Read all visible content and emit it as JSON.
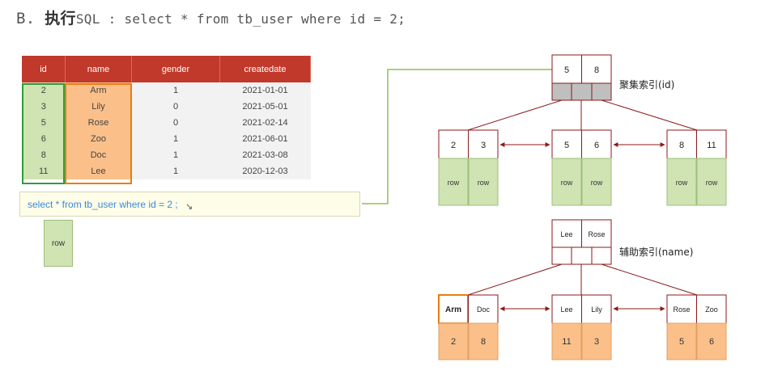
{
  "heading": {
    "prefix": "B.",
    "action": "执行",
    "sql_text": "SQL : select * from tb_user where id = 2;"
  },
  "table": {
    "columns": [
      "id",
      "name",
      "gender",
      "createdate"
    ],
    "rows": [
      [
        "2",
        "Arm",
        "1",
        "2021-01-01"
      ],
      [
        "3",
        "Lily",
        "0",
        "2021-05-01"
      ],
      [
        "5",
        "Rose",
        "0",
        "2021-02-14"
      ],
      [
        "6",
        "Zoo",
        "1",
        "2021-06-01"
      ],
      [
        "8",
        "Doc",
        "1",
        "2021-03-08"
      ],
      [
        "11",
        "Lee",
        "1",
        "2020-12-03"
      ]
    ]
  },
  "query_box": {
    "text": "select * from tb_user where id = 2 ;"
  },
  "result_row": {
    "label": "row"
  },
  "clustered_index": {
    "label": "聚集索引(id)",
    "root_keys": [
      "5",
      "8"
    ],
    "leaves": [
      {
        "keys": [
          "2",
          "3"
        ],
        "data": [
          "row",
          "row"
        ]
      },
      {
        "keys": [
          "5",
          "6"
        ],
        "data": [
          "row",
          "row"
        ]
      },
      {
        "keys": [
          "8",
          "11"
        ],
        "data": [
          "row",
          "row"
        ]
      }
    ]
  },
  "secondary_index": {
    "label": "辅助索引(name)",
    "root_keys": [
      "Lee",
      "Rose"
    ],
    "leaves": [
      {
        "keys": [
          "Arm",
          "Doc"
        ],
        "data": [
          "2",
          "8"
        ]
      },
      {
        "keys": [
          "Lee",
          "Lily"
        ],
        "data": [
          "11",
          "3"
        ]
      },
      {
        "keys": [
          "Rose",
          "Zoo"
        ],
        "data": [
          "5",
          "6"
        ]
      }
    ]
  },
  "colors": {
    "header_red": "#c0392b",
    "id_green": "#cfe3b3",
    "name_orange": "#fbc08a",
    "node_border": "#8b1a1a",
    "arrow_green": "#8fbf5a"
  }
}
